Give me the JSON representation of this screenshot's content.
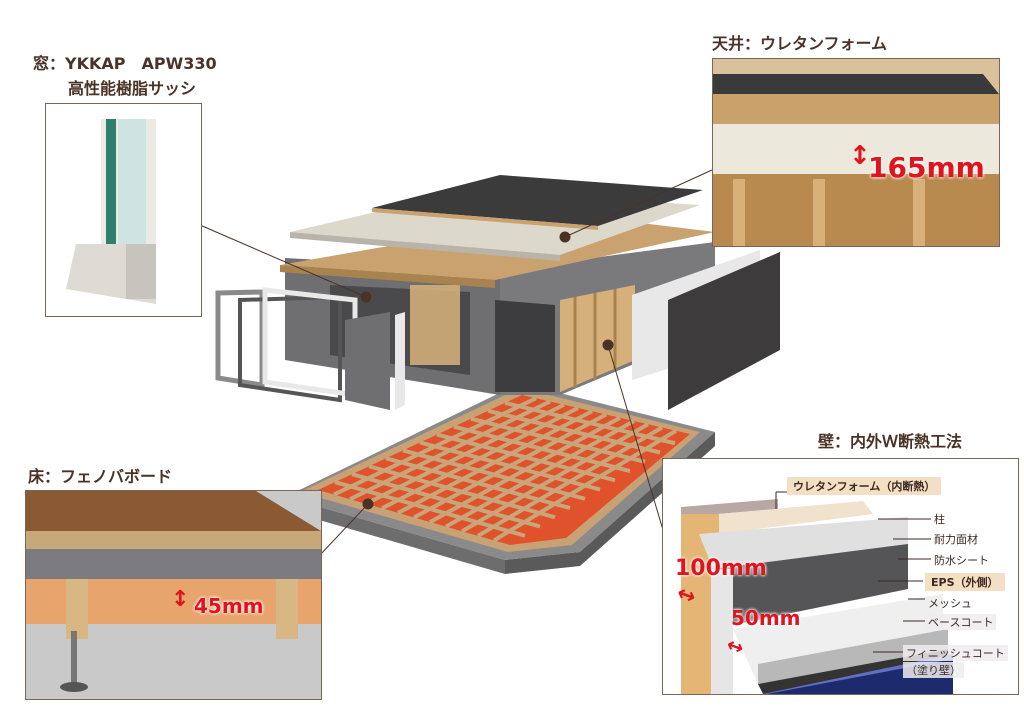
{
  "window": {
    "title_line1": "窓：YKKAP　APW330",
    "title_line2": "高性能樹脂サッシ"
  },
  "ceiling": {
    "title": "天井：ウレタンフォーム",
    "thickness": "165mm"
  },
  "floor": {
    "title": "床：フェノバボード",
    "thickness": "45mm"
  },
  "wall": {
    "title": "壁：内外Ｗ断熱工法",
    "inner_thickness": "100mm",
    "outer_thickness": "50mm",
    "layers": [
      "ウレタンフォーム（内断熱）",
      "柱",
      "耐力面材",
      "防水シート",
      "EPS（外側）",
      "メッシュ",
      "ベースコート",
      "フィニッシュコート",
      "（塗り壁）"
    ]
  },
  "colors": {
    "text": "#4a3326",
    "accent_red": "#e0141e",
    "border": "#7a6558"
  }
}
